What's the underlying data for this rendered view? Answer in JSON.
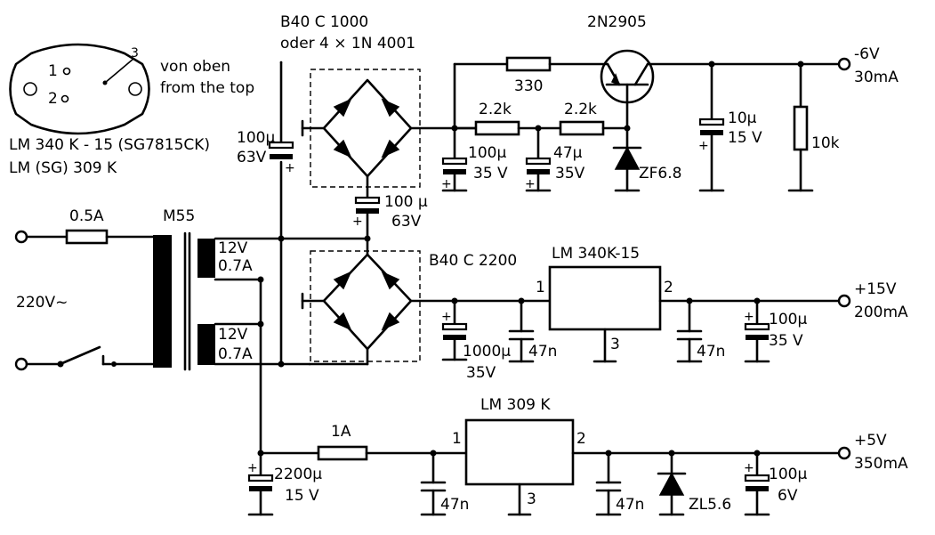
{
  "package": {
    "pins": [
      "1",
      "2",
      "3"
    ],
    "caption_de": "von oben",
    "caption_en": "from the top",
    "type_line1": "LM 340 K - 15 (SG7815CK)",
    "type_line2": "LM (SG) 309 K"
  },
  "input": {
    "fuse": "0.5A",
    "voltage": "220V~"
  },
  "transformer": {
    "name": "M55",
    "sec1_v": "12V",
    "sec1_a": "0.7A",
    "sec2_v": "12V",
    "sec2_a": "0.7A"
  },
  "bridge1": {
    "line1": "B40 C 1000",
    "line2": "oder 4 × 1N 4001"
  },
  "bridge2": {
    "label": "B40 C 2200"
  },
  "neg_rail": {
    "cap_input_v": "100μ",
    "cap_input_u": "63V",
    "cap_mid_v": "100 μ",
    "cap_mid_u": "63V",
    "r330": "330",
    "r1": "2.2k",
    "r2": "2.2k",
    "c1_v": "100μ",
    "c1_u": "35 V",
    "c2_v": "47μ",
    "c2_u": "35V",
    "transistor": "2N2905",
    "zener": "ZF6.8",
    "c_out_v": "10μ",
    "c_out_u": "15 V",
    "r_load": "10k",
    "out_v": "-6V",
    "out_i": "30mA"
  },
  "pos15_rail": {
    "regulator": "LM 340K-15",
    "pin_in": "1",
    "pin_out": "2",
    "pin_gnd": "3",
    "c_in_v": "1000μ",
    "c_in_u": "35V",
    "c_in_n": "47n",
    "c_out_n": "47n",
    "c_out_v": "100μ",
    "c_out_u": "35 V",
    "out_v": "+15V",
    "out_i": "200mA"
  },
  "pos5_rail": {
    "fuse": "1A",
    "regulator": "LM 309  K",
    "pin_in": "1",
    "pin_out": "2",
    "pin_gnd": "3",
    "c_in_v": "2200μ",
    "c_in_u": "15 V",
    "c_in_n": "47n",
    "c_out_n": "47n",
    "zener": "ZL5.6",
    "c_out_v": "100μ",
    "c_out_u": "6V",
    "out_v": "+5V",
    "out_i": "350mA"
  }
}
